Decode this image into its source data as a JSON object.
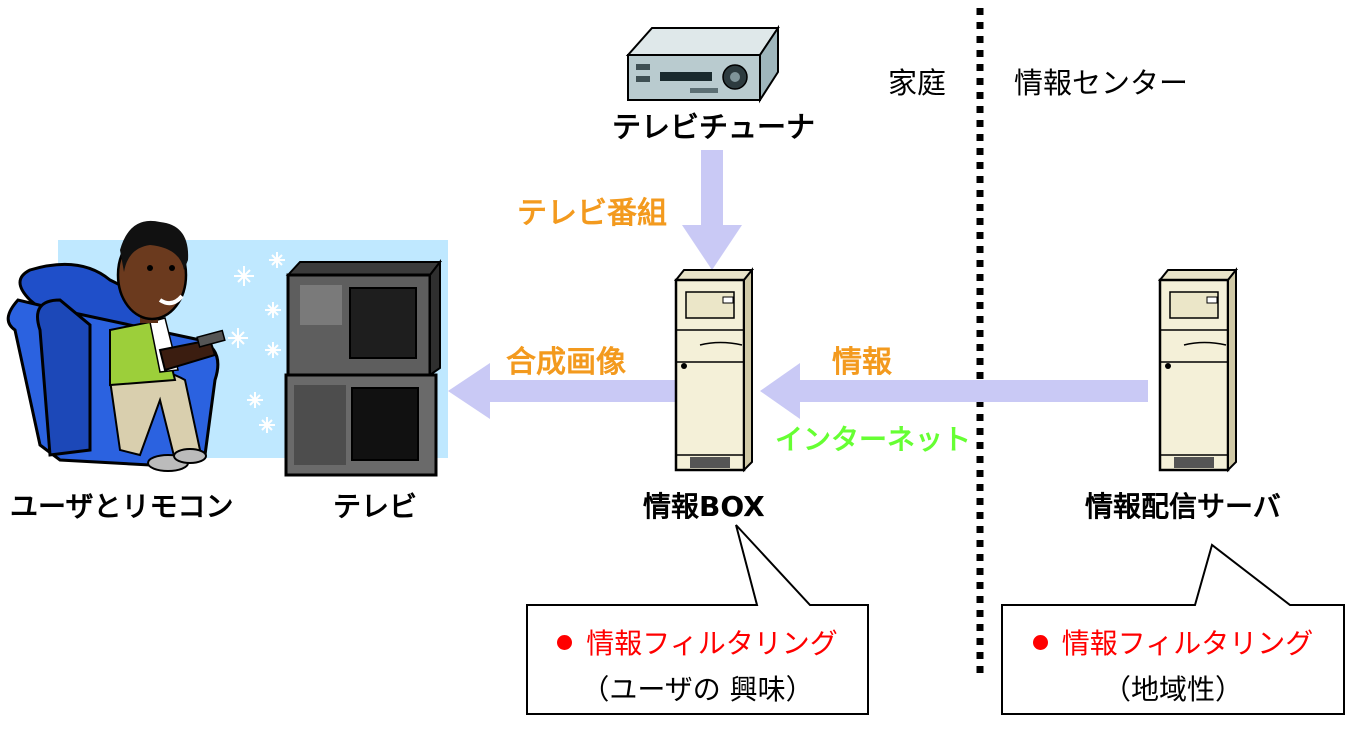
{
  "labels": {
    "tuner": "テレビチューナ",
    "user_remote": "ユーザとリモコン",
    "tv": "テレビ",
    "info_box": "情報BOX",
    "server": "情報配信サーバ",
    "home": "家庭",
    "info_center": "情報センター"
  },
  "flows": {
    "tv_program": "テレビ番組",
    "composite_image": "合成画像",
    "info": "情報",
    "internet": "インターネット"
  },
  "callouts": {
    "box": {
      "title": "情報フィルタリング",
      "detail": "（ユーザの 興味）"
    },
    "server": {
      "title": "情報フィルタリング",
      "detail": "（地域性）"
    }
  },
  "colors": {
    "orange": "#f39a1e",
    "green": "#66ff33",
    "red": "#ff0000",
    "arrow": "#c9c9f5"
  },
  "icons": [
    "vcr-icon",
    "man-in-armchair-icon",
    "crt-television-icon",
    "pc-tower-icon",
    "server-tower-icon"
  ]
}
